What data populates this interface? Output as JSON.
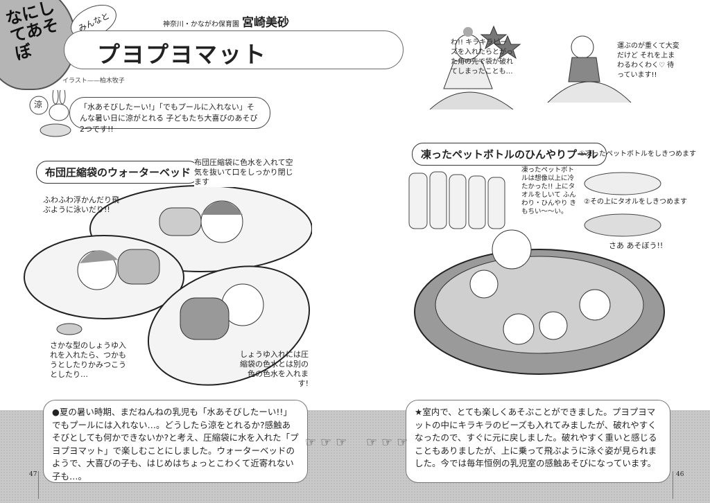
{
  "series_badge": "なにしてあそぼ",
  "series_prefix": "みんなと",
  "author": {
    "affiliation": "神奈川・かながわ保育園",
    "name": "宮崎美砂"
  },
  "title": "プヨプヨマット",
  "illustrator": "イラスト——柏木牧子",
  "intro": {
    "badge": "涼",
    "text": "「水あそびしたーい!」「でもプールに入れない」そんな暑い日に涼がとれる 子どもたち大喜びのあそび 2つです!!"
  },
  "left_section": {
    "heading": "布団圧縮袋のウォーターベッド",
    "note_top": "布団圧縮袋に色水を入れて空気を抜いて口をしっかり閉じます",
    "note_float": "ふわふわ浮かんだり飛ぶように泳いだり!!",
    "note_fish": "さかな型のしょうゆ入れを入れたら、つかもうとしたりかみつこうとしたり…",
    "note_color": "しょうゆ入れには圧縮袋の色水とは別の色の色水を入れます!"
  },
  "right_top": {
    "note_beads": "わ!! キラキラビーズを入れたらとがった角の先で袋が破れてしまったことも…",
    "note_carry": "運ぶのが重くて大変だけど それを上まわるわくわく♡ 待っています!!"
  },
  "right_section": {
    "heading": "凍ったペットボトルのひんやりプール",
    "step1": "①凍ったペットボトルをしきつめます",
    "step2": "②その上にタオルをしきつめます",
    "note_bottle": "凍ったペットボトルは想像以上に冷たかった!! 上にタオルをしいて ふんわり・ひんやり きもちい～～い。",
    "cta": "さあ あそぼう!!"
  },
  "left_text": "●夏の暑い時期、まだねんねの乳児も「水あそびしたーい!!」でもプールには入れない…。どうしたら涼をとれるか?感触あそびとしても何かできないか?と考え、圧縮袋に水を入れた「プヨプヨマット」で楽しむことにしました。ウォーターベッドのようで、大喜びの子も、はじめはちょっとこわくて近寄れない子も…。",
  "right_text": "★室内で、とても楽しくあそぶことができました。プヨプヨマットの中にキラキラのビーズも入れてみましたが、破れやすくなったので、すぐに元に戻しました。破れやすく重いと感じることもありましたが、上に乗って飛ぶように泳ぐ姿が見られました。今では毎年恒例の乳児室の感触あそびになっています。",
  "pointer_icon": "☞",
  "page_left": "47",
  "page_right": "46"
}
